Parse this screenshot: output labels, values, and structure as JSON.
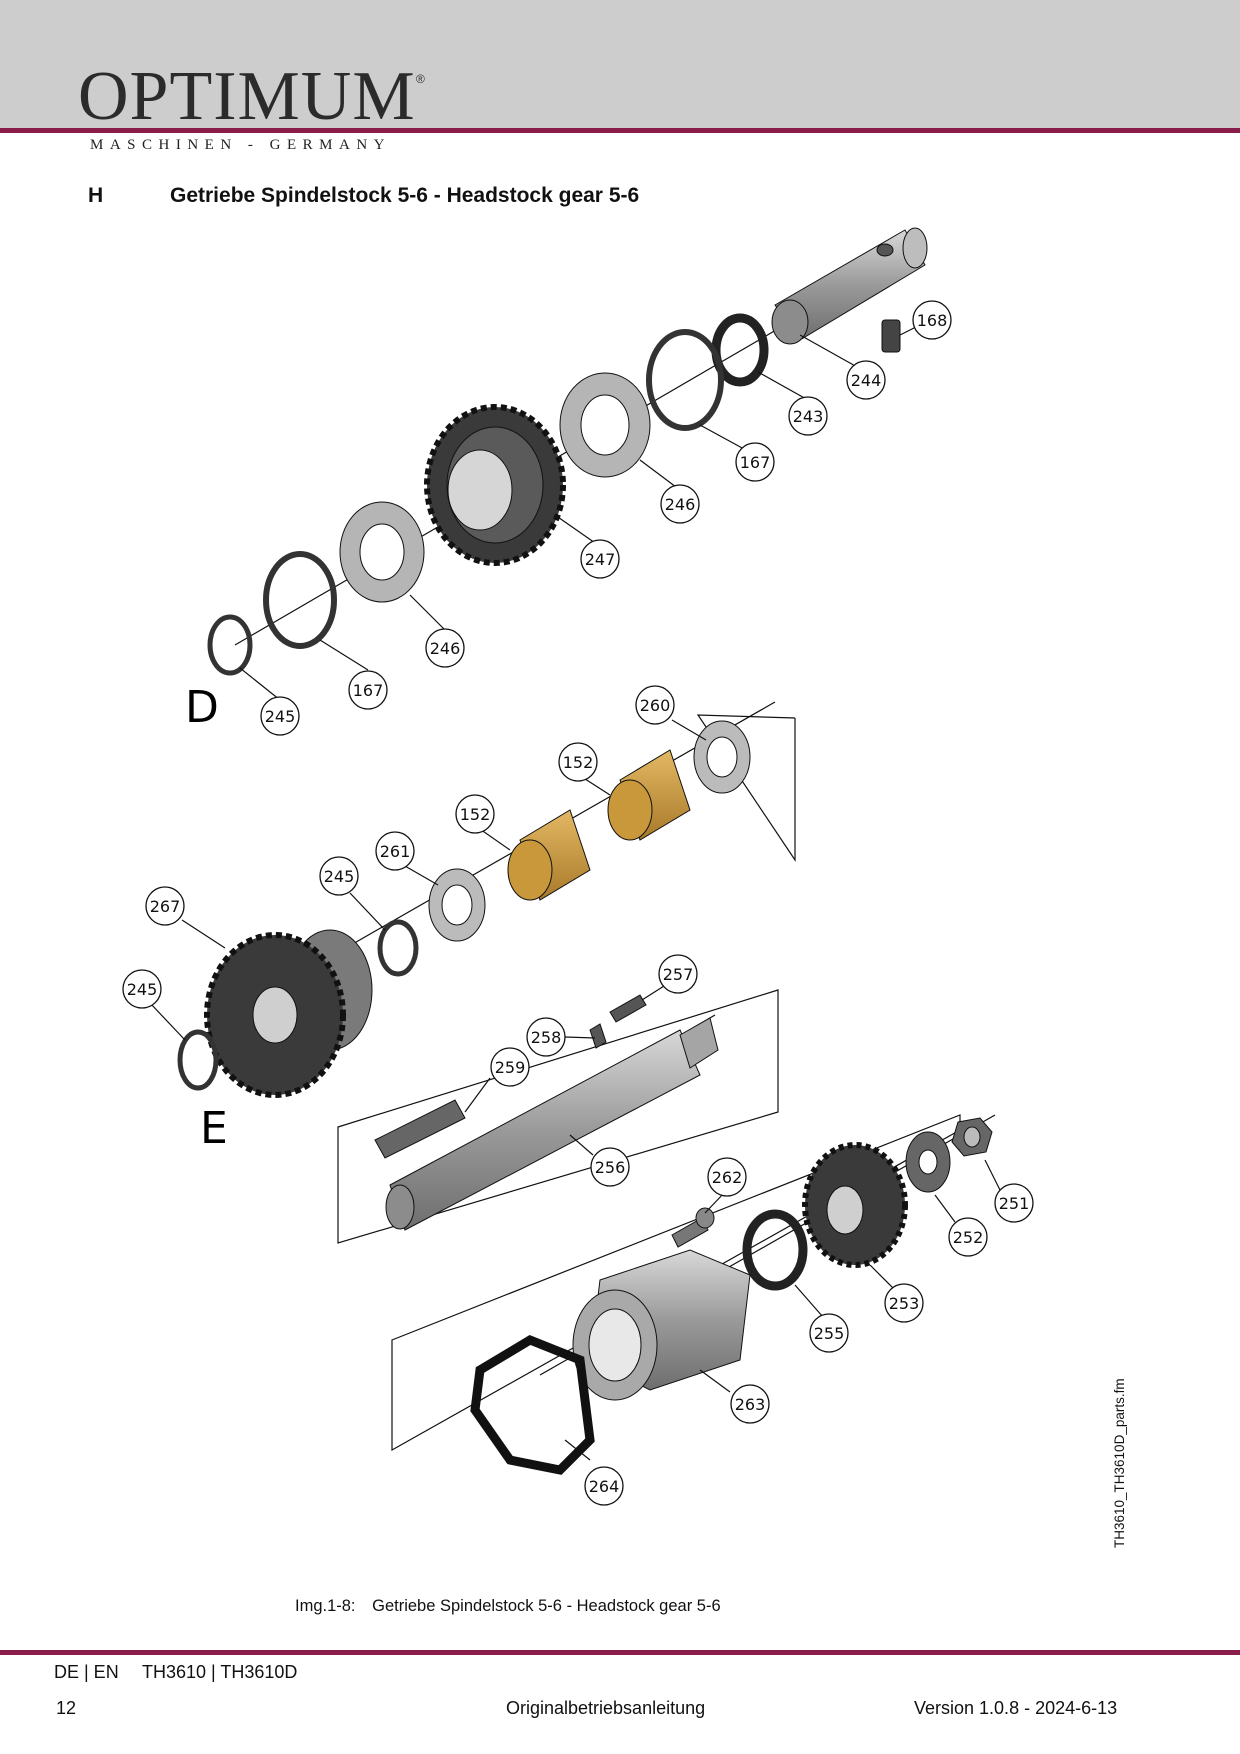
{
  "header": {
    "brand": "OPTIMUM",
    "brand_mark": "®",
    "brand_sub": "MASCHINEN - GERMANY"
  },
  "section": {
    "letter": "H",
    "title": "Getriebe Spindelstock 5-6 - Headstock gear 5-6"
  },
  "drawing": {
    "group_d": "D",
    "group_e": "E",
    "callouts": {
      "p168": "168",
      "p244": "244",
      "p243": "243",
      "p167a": "167",
      "p246a": "246",
      "p247": "247",
      "p246b": "246",
      "p167b": "167",
      "p245a": "245",
      "p260": "260",
      "p152a": "152",
      "p152b": "152",
      "p261": "261",
      "p245b": "245",
      "p267": "267",
      "p245c": "245",
      "p257": "257",
      "p258": "258",
      "p259": "259",
      "p256": "256",
      "p262": "262",
      "p251": "251",
      "p252": "252",
      "p253": "253",
      "p255": "255",
      "p263": "263",
      "p264": "264"
    }
  },
  "caption": {
    "label": "Img.1-8:",
    "text": "Getriebe Spindelstock 5-6 - Headstock gear 5-6"
  },
  "side_file": "TH3610_TH3610D_parts.fm",
  "footer": {
    "lang": "DE | EN",
    "models": "TH3610  |  TH3610D",
    "page": "12",
    "manual": "Originalbetriebsanleitung",
    "version": "Version 1.0.8 - 2024-6-13"
  },
  "colors": {
    "accent": "#8a1c4a",
    "header_gray": "#cdcdcd",
    "bushing": "#c9983a"
  }
}
